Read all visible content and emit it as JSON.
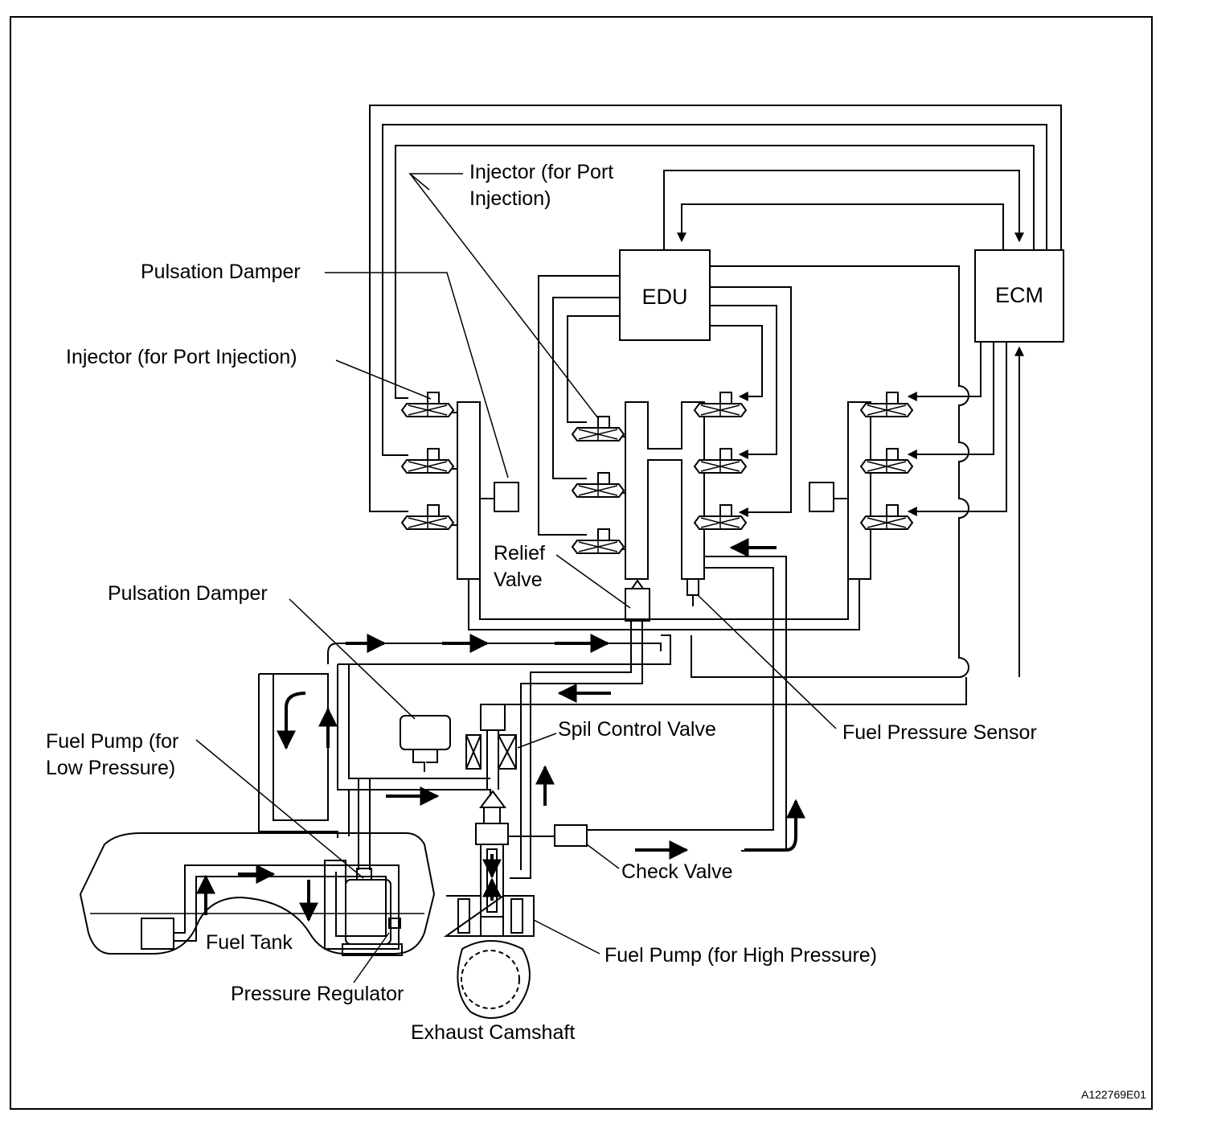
{
  "diagram": {
    "figure_code": "A122769E01",
    "components": {
      "edu": "EDU",
      "ecm": "ECM"
    },
    "labels": {
      "injector_port_top": "Injector (for Port\nInjection)",
      "pulsation_damper_top": "Pulsation Damper",
      "injector_port_left": "Injector (for Port Injection)",
      "relief_valve": "Relief\nValve",
      "pulsation_damper_mid": "Pulsation Damper",
      "spill_control_valve": "Spil Control Valve",
      "fuel_pressure_sensor": "Fuel Pressure Sensor",
      "fuel_pump_low": "Fuel Pump (for\nLow Pressure)",
      "check_valve": "Check Valve",
      "fuel_tank": "Fuel Tank",
      "fuel_pump_high": "Fuel Pump (for High Pressure)",
      "pressure_regulator": "Pressure Regulator",
      "exhaust_camshaft": "Exhaust Camshaft"
    }
  }
}
